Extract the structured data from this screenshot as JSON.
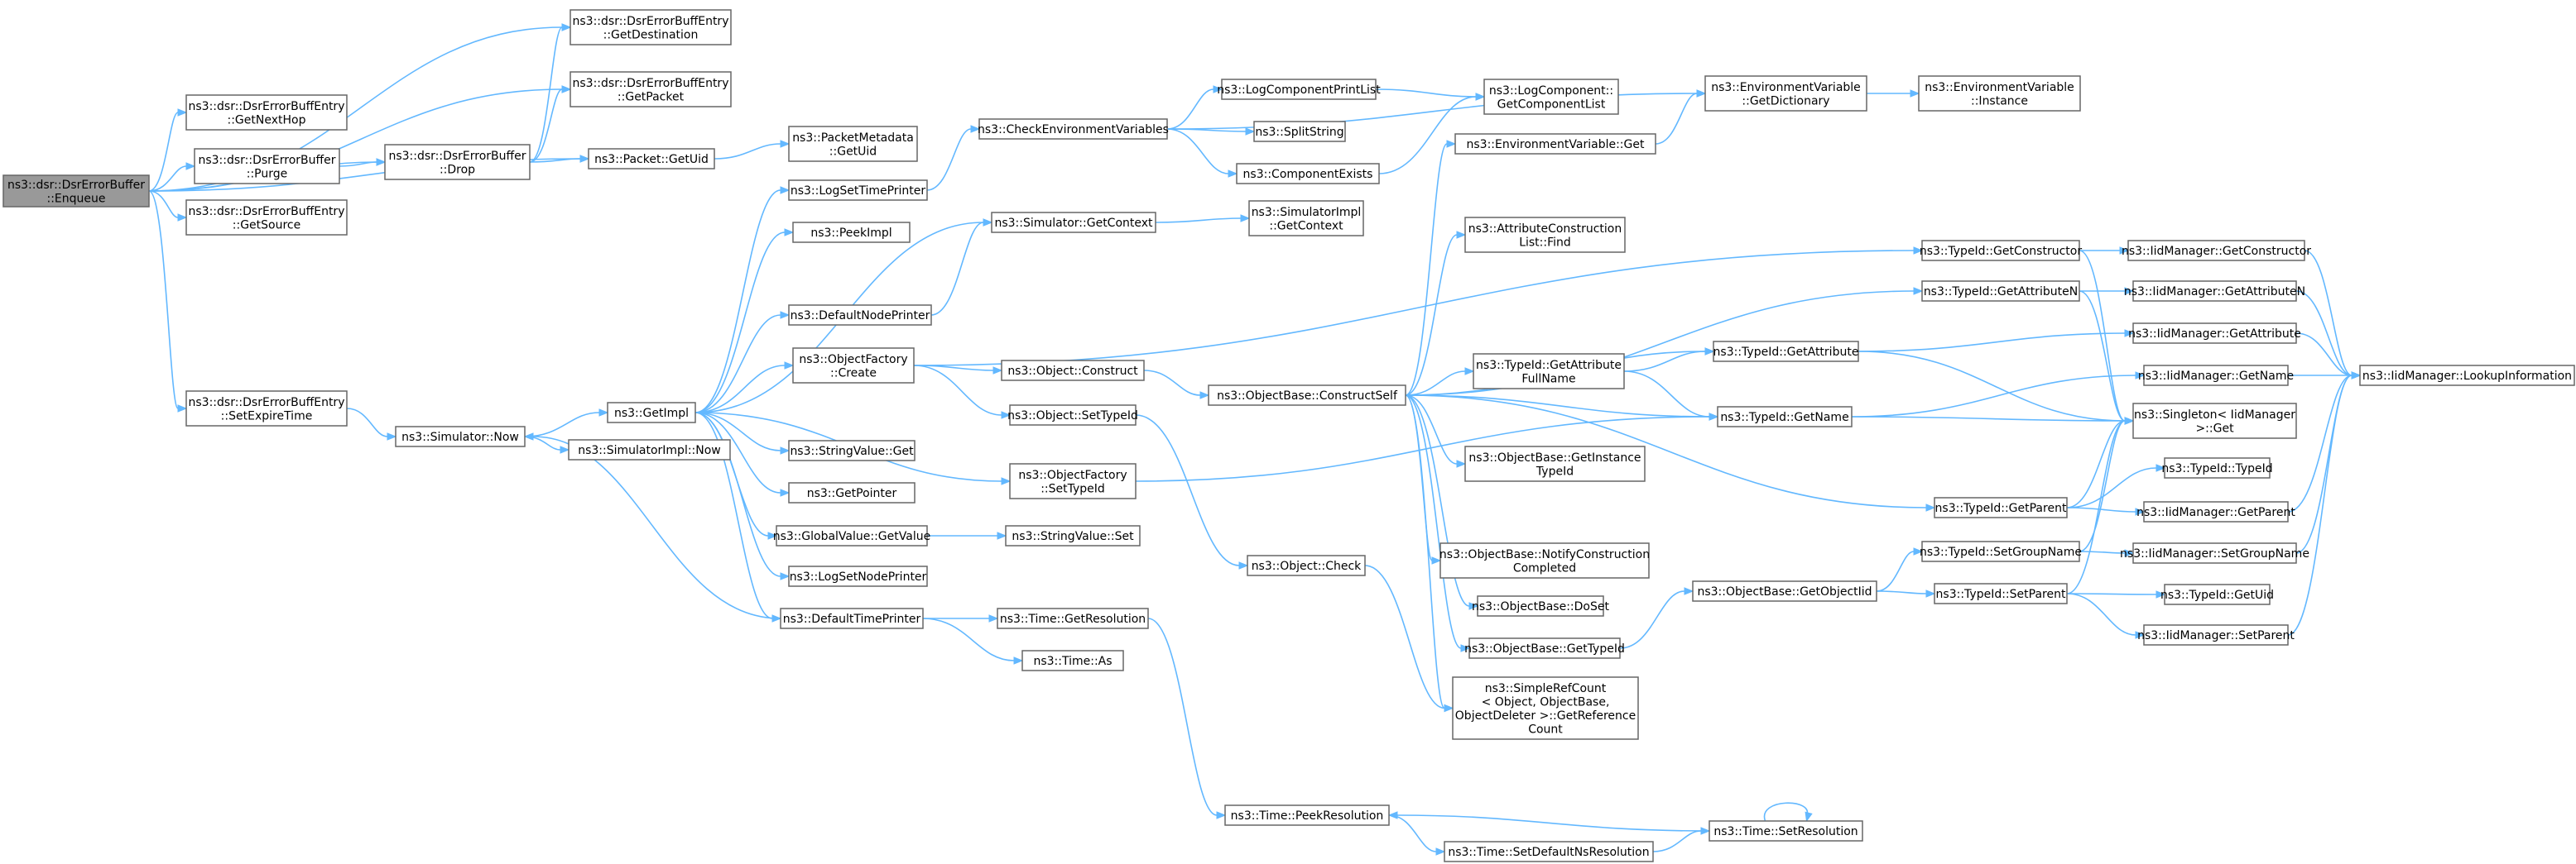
{
  "diagram": {
    "accent_color": "#63b8ff",
    "root_fill": "#999999",
    "border_color": "#666666",
    "nodes": [
      {
        "id": "enqueue",
        "lines": [
          "ns3::dsr::DsrErrorBuffer",
          "::Enqueue"
        ],
        "root": true
      },
      {
        "id": "getdest",
        "lines": [
          "ns3::dsr::DsrErrorBuffEntry",
          "::GetDestination"
        ]
      },
      {
        "id": "getpacket",
        "lines": [
          "ns3::dsr::DsrErrorBuffEntry",
          "::GetPacket"
        ]
      },
      {
        "id": "getnexthop",
        "lines": [
          "ns3::dsr::DsrErrorBuffEntry",
          "::GetNextHop"
        ]
      },
      {
        "id": "purge",
        "lines": [
          "ns3::dsr::DsrErrorBuffer",
          "::Purge"
        ]
      },
      {
        "id": "getsource",
        "lines": [
          "ns3::dsr::DsrErrorBuffEntry",
          "::GetSource"
        ]
      },
      {
        "id": "setexpire",
        "lines": [
          "ns3::dsr::DsrErrorBuffEntry",
          "::SetExpireTime"
        ]
      },
      {
        "id": "drop",
        "lines": [
          "ns3::dsr::DsrErrorBuffer",
          "::Drop"
        ]
      },
      {
        "id": "packetgetuid",
        "lines": [
          "ns3::Packet::GetUid"
        ]
      },
      {
        "id": "pktmetadata",
        "lines": [
          "ns3::PacketMetadata",
          "::GetUid"
        ]
      },
      {
        "id": "simnow",
        "lines": [
          "ns3::Simulator::Now"
        ]
      },
      {
        "id": "getimpl",
        "lines": [
          "ns3::GetImpl"
        ]
      },
      {
        "id": "simimplnow",
        "lines": [
          "ns3::SimulatorImpl::Now"
        ]
      },
      {
        "id": "logsettimeprinter",
        "lines": [
          "ns3::LogSetTimePrinter"
        ]
      },
      {
        "id": "peekimpl",
        "lines": [
          "ns3::PeekImpl"
        ]
      },
      {
        "id": "defaultnodeprinter",
        "lines": [
          "ns3::DefaultNodePrinter"
        ]
      },
      {
        "id": "objfactorycreate",
        "lines": [
          "ns3::ObjectFactory",
          "::Create"
        ]
      },
      {
        "id": "stringvalueget",
        "lines": [
          "ns3::StringValue::Get"
        ]
      },
      {
        "id": "getpointer",
        "lines": [
          "ns3::GetPointer"
        ]
      },
      {
        "id": "globalvaluegetvalue",
        "lines": [
          "ns3::GlobalValue::GetValue"
        ]
      },
      {
        "id": "logsetnodeprinter",
        "lines": [
          "ns3::LogSetNodePrinter"
        ]
      },
      {
        "id": "defaulttimeprinter",
        "lines": [
          "ns3::DefaultTimePrinter"
        ]
      },
      {
        "id": "checkenv",
        "lines": [
          "ns3::CheckEnvironmentVariables"
        ]
      },
      {
        "id": "simgetcontext",
        "lines": [
          "ns3::Simulator::GetContext"
        ]
      },
      {
        "id": "objconstruct",
        "lines": [
          "ns3::Object::Construct"
        ]
      },
      {
        "id": "objsettypeid",
        "lines": [
          "ns3::Object::SetTypeId"
        ]
      },
      {
        "id": "objfactorysettypeid",
        "lines": [
          "ns3::ObjectFactory",
          "::SetTypeId"
        ]
      },
      {
        "id": "stringvalueset",
        "lines": [
          "ns3::StringValue::Set"
        ]
      },
      {
        "id": "timegetres",
        "lines": [
          "ns3::Time::GetResolution"
        ]
      },
      {
        "id": "timeas",
        "lines": [
          "ns3::Time::As"
        ]
      },
      {
        "id": "logcompprintlist",
        "lines": [
          "ns3::LogComponentPrintList"
        ]
      },
      {
        "id": "splitstring",
        "lines": [
          "ns3::SplitString"
        ]
      },
      {
        "id": "componentexists",
        "lines": [
          "ns3::ComponentExists"
        ]
      },
      {
        "id": "simimplgetcontext",
        "lines": [
          "ns3::SimulatorImpl",
          "::GetContext"
        ]
      },
      {
        "id": "objcheck",
        "lines": [
          "ns3::Object::Check"
        ]
      },
      {
        "id": "objbaseconstructself",
        "lines": [
          "ns3::ObjectBase::ConstructSelf"
        ]
      },
      {
        "id": "timepeekres",
        "lines": [
          "ns3::Time::PeekResolution"
        ]
      },
      {
        "id": "logcompgetlist",
        "lines": [
          "ns3::LogComponent::",
          "GetComponentList"
        ]
      },
      {
        "id": "envvarget",
        "lines": [
          "ns3::EnvironmentVariable::Get"
        ]
      },
      {
        "id": "attrconstructlistfind",
        "lines": [
          "ns3::AttributeConstruction",
          "List::Find"
        ]
      },
      {
        "id": "typeidgetattrfullname",
        "lines": [
          "ns3::TypeId::GetAttribute",
          "FullName"
        ]
      },
      {
        "id": "objbasegetinstancetypeid",
        "lines": [
          "ns3::ObjectBase::GetInstance",
          "TypeId"
        ]
      },
      {
        "id": "objbasenotify",
        "lines": [
          "ns3::ObjectBase::NotifyConstruction",
          "Completed"
        ]
      },
      {
        "id": "objbasedoset",
        "lines": [
          "ns3::ObjectBase::DoSet"
        ]
      },
      {
        "id": "objbasegettypeid",
        "lines": [
          "ns3::ObjectBase::GetTypeId"
        ]
      },
      {
        "id": "simplerefcount",
        "lines": [
          "ns3::SimpleRefCount",
          "< Object, ObjectBase,",
          "ObjectDeleter >::GetReference",
          "Count"
        ]
      },
      {
        "id": "timesetdefaultns",
        "lines": [
          "ns3::Time::SetDefaultNsResolution"
        ]
      },
      {
        "id": "envvargetdict",
        "lines": [
          "ns3::EnvironmentVariable",
          "::GetDictionary"
        ]
      },
      {
        "id": "typeidgetattribute",
        "lines": [
          "ns3::TypeId::GetAttribute"
        ]
      },
      {
        "id": "typeidgetname",
        "lines": [
          "ns3::TypeId::GetName"
        ]
      },
      {
        "id": "objbasegetobjectiid",
        "lines": [
          "ns3::ObjectBase::GetObjectIid"
        ]
      },
      {
        "id": "timesetres",
        "lines": [
          "ns3::Time::SetResolution"
        ]
      },
      {
        "id": "envvarinstance",
        "lines": [
          "ns3::EnvironmentVariable",
          "::Instance"
        ]
      },
      {
        "id": "typeidgetconstructor",
        "lines": [
          "ns3::TypeId::GetConstructor"
        ]
      },
      {
        "id": "typeidgetattributen",
        "lines": [
          "ns3::TypeId::GetAttributeN"
        ]
      },
      {
        "id": "typeidgetparent",
        "lines": [
          "ns3::TypeId::GetParent"
        ]
      },
      {
        "id": "typeidsetgroupname",
        "lines": [
          "ns3::TypeId::SetGroupName"
        ]
      },
      {
        "id": "typeidsetparent",
        "lines": [
          "ns3::TypeId::SetParent"
        ]
      },
      {
        "id": "iidgetconstructor",
        "lines": [
          "ns3::IidManager::GetConstructor"
        ]
      },
      {
        "id": "iidgetattributen",
        "lines": [
          "ns3::IidManager::GetAttributeN"
        ]
      },
      {
        "id": "iidgetattribute",
        "lines": [
          "ns3::IidManager::GetAttribute"
        ]
      },
      {
        "id": "iidgetname",
        "lines": [
          "ns3::IidManager::GetName"
        ]
      },
      {
        "id": "singletonget",
        "lines": [
          "ns3::Singleton< IidManager",
          ">::Get"
        ]
      },
      {
        "id": "typeidtypeid",
        "lines": [
          "ns3::TypeId::TypeId"
        ]
      },
      {
        "id": "iidgetparent",
        "lines": [
          "ns3::IidManager::GetParent"
        ]
      },
      {
        "id": "iidsetgroupname",
        "lines": [
          "ns3::IidManager::SetGroupName"
        ]
      },
      {
        "id": "typeidgetuid",
        "lines": [
          "ns3::TypeId::GetUid"
        ]
      },
      {
        "id": "iidsetparent",
        "lines": [
          "ns3::IidManager::SetParent"
        ]
      },
      {
        "id": "iidlookupinfo",
        "lines": [
          "ns3::IidManager::LookupInformation"
        ]
      }
    ],
    "edges": [
      [
        "enqueue",
        "getdest"
      ],
      [
        "enqueue",
        "getpacket"
      ],
      [
        "enqueue",
        "getnexthop"
      ],
      [
        "enqueue",
        "purge"
      ],
      [
        "enqueue",
        "getsource"
      ],
      [
        "enqueue",
        "setexpire"
      ],
      [
        "enqueue",
        "drop"
      ],
      [
        "enqueue",
        "packetgetuid"
      ],
      [
        "purge",
        "drop"
      ],
      [
        "drop",
        "getdest"
      ],
      [
        "drop",
        "getpacket"
      ],
      [
        "drop",
        "packetgetuid"
      ],
      [
        "packetgetuid",
        "pktmetadata"
      ],
      [
        "setexpire",
        "simnow"
      ],
      [
        "simnow",
        "getimpl"
      ],
      [
        "simnow",
        "simimplnow"
      ],
      [
        "getimpl",
        "logsettimeprinter"
      ],
      [
        "getimpl",
        "peekimpl"
      ],
      [
        "getimpl",
        "defaultnodeprinter"
      ],
      [
        "getimpl",
        "objfactorycreate"
      ],
      [
        "getimpl",
        "stringvalueget"
      ],
      [
        "getimpl",
        "getpointer"
      ],
      [
        "getimpl",
        "globalvaluegetvalue"
      ],
      [
        "getimpl",
        "logsetnodeprinter"
      ],
      [
        "getimpl",
        "defaulttimeprinter"
      ],
      [
        "getimpl",
        "objfactorysettypeid"
      ],
      [
        "getimpl",
        "simgetcontext"
      ],
      [
        "logsettimeprinter",
        "checkenv"
      ],
      [
        "defaultnodeprinter",
        "simgetcontext"
      ],
      [
        "defaulttimeprinter",
        "simnow"
      ],
      [
        "defaulttimeprinter",
        "timegetres"
      ],
      [
        "defaulttimeprinter",
        "timeas"
      ],
      [
        "objfactorycreate",
        "objconstruct"
      ],
      [
        "objfactorycreate",
        "objsettypeid"
      ],
      [
        "objfactorycreate",
        "typeidgetconstructor"
      ],
      [
        "globalvaluegetvalue",
        "stringvalueset"
      ],
      [
        "checkenv",
        "logcompprintlist"
      ],
      [
        "checkenv",
        "splitstring"
      ],
      [
        "checkenv",
        "componentexists"
      ],
      [
        "checkenv",
        "envvargetdict"
      ],
      [
        "logcompprintlist",
        "logcompgetlist"
      ],
      [
        "componentexists",
        "logcompgetlist"
      ],
      [
        "simgetcontext",
        "simimplgetcontext"
      ],
      [
        "objconstruct",
        "objbaseconstructself"
      ],
      [
        "objsettypeid",
        "objcheck"
      ],
      [
        "objfactorysettypeid",
        "typeidgetname"
      ],
      [
        "timegetres",
        "timepeekres"
      ],
      [
        "objcheck",
        "simplerefcount"
      ],
      [
        "objbaseconstructself",
        "envvarget"
      ],
      [
        "objbaseconstructself",
        "attrconstructlistfind"
      ],
      [
        "objbaseconstructself",
        "typeidgetattrfullname"
      ],
      [
        "objbaseconstructself",
        "objbasegetinstancetypeid"
      ],
      [
        "objbaseconstructself",
        "objbasenotify"
      ],
      [
        "objbaseconstructself",
        "objbasedoset"
      ],
      [
        "objbaseconstructself",
        "objbasegettypeid"
      ],
      [
        "objbaseconstructself",
        "simplerefcount"
      ],
      [
        "objbaseconstructself",
        "typeidgetattribute"
      ],
      [
        "objbaseconstructself",
        "typeidgetname"
      ],
      [
        "objbaseconstructself",
        "typeidgetattributen"
      ],
      [
        "objbaseconstructself",
        "typeidgetparent"
      ],
      [
        "envvarget",
        "envvargetdict"
      ],
      [
        "envvargetdict",
        "envvarinstance"
      ],
      [
        "typeidgetattrfullname",
        "typeidgetattribute"
      ],
      [
        "typeidgetattrfullname",
        "typeidgetname"
      ],
      [
        "objbasegettypeid",
        "objbasegetobjectiid"
      ],
      [
        "objbasegetobjectiid",
        "typeidsetgroupname"
      ],
      [
        "objbasegetobjectiid",
        "typeidsetparent"
      ],
      [
        "timesetdefaultns",
        "timesetres"
      ],
      [
        "timesetres",
        "timepeekres"
      ],
      [
        "timesetres",
        "timesetres"
      ],
      [
        "timepeekres",
        "timesetdefaultns"
      ],
      [
        "typeidgetattribute",
        "iidgetattribute"
      ],
      [
        "typeidgetattribute",
        "singletonget"
      ],
      [
        "typeidgetname",
        "iidgetname"
      ],
      [
        "typeidgetname",
        "singletonget"
      ],
      [
        "typeidgetconstructor",
        "iidgetconstructor"
      ],
      [
        "typeidgetconstructor",
        "singletonget"
      ],
      [
        "typeidgetattributen",
        "iidgetattributen"
      ],
      [
        "typeidgetattributen",
        "singletonget"
      ],
      [
        "typeidgetparent",
        "typeidtypeid"
      ],
      [
        "typeidgetparent",
        "iidgetparent"
      ],
      [
        "typeidgetparent",
        "singletonget"
      ],
      [
        "typeidsetgroupname",
        "iidsetgroupname"
      ],
      [
        "typeidsetgroupname",
        "singletonget"
      ],
      [
        "typeidsetparent",
        "typeidgetuid"
      ],
      [
        "typeidsetparent",
        "iidsetparent"
      ],
      [
        "typeidsetparent",
        "singletonget"
      ],
      [
        "iidgetconstructor",
        "iidlookupinfo"
      ],
      [
        "iidgetattributen",
        "iidlookupinfo"
      ],
      [
        "iidgetattribute",
        "iidlookupinfo"
      ],
      [
        "iidgetname",
        "iidlookupinfo"
      ],
      [
        "iidgetparent",
        "iidlookupinfo"
      ],
      [
        "iidsetgroupname",
        "iidlookupinfo"
      ],
      [
        "iidsetparent",
        "iidlookupinfo"
      ]
    ]
  }
}
